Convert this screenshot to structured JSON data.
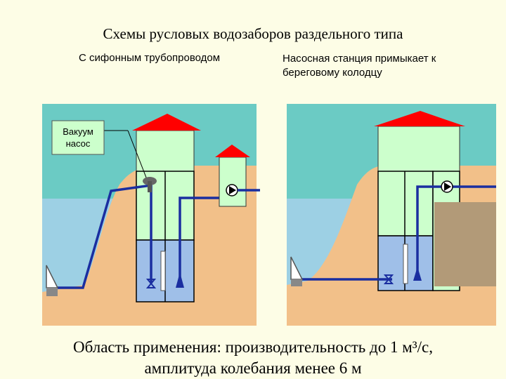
{
  "title": "Схемы русловых водозаборов раздельного типа",
  "left_scheme": {
    "caption": "С сифонным трубопроводом",
    "vacuum_label_line1": "Вакуум",
    "vacuum_label_line2": "насос"
  },
  "right_scheme": {
    "caption_line1": "Насосная станция примыкает к",
    "caption_line2": "береговому колодцу"
  },
  "footer": {
    "line1": "Область применения: производительность до 1 м³/с,",
    "line2": "амплитуда колебания менее 6 м"
  },
  "colors": {
    "sky": "#6bcbc4",
    "water": "#9dd0e4",
    "soil": "#f2c089",
    "building": "#ccffcc",
    "roof": "#ff0000",
    "pipe": "#1a2ea0",
    "well_water": "#9fbfe8",
    "background": "#fdfde6"
  }
}
